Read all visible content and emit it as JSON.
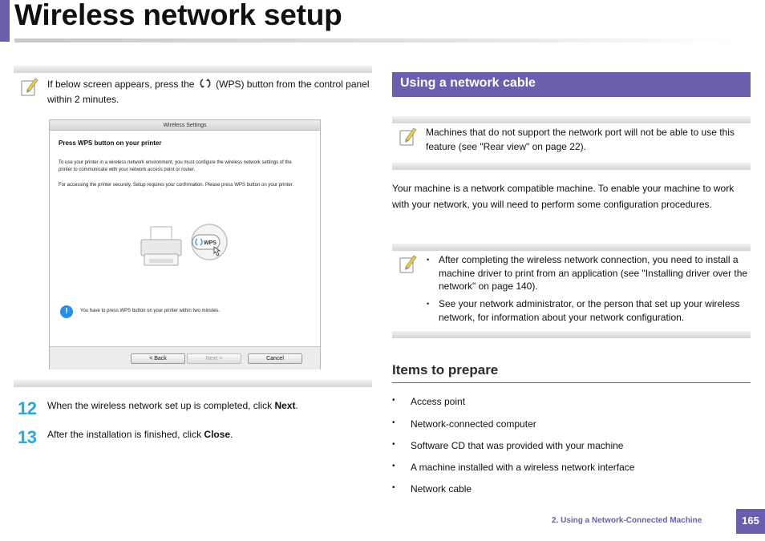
{
  "page": {
    "title": "Wireless network setup",
    "footer_chapter": "2.  Using a Network-Connected Machine",
    "page_number": "165"
  },
  "left": {
    "wps_note": {
      "text_before": "If below screen appears, press the",
      "text_after": "(WPS) button from the control panel",
      "text_line2": "within 2 minutes."
    },
    "dialog": {
      "title": "Wireless Settings",
      "heading": "Press WPS button on your printer",
      "para1": "To use your printer in a wireless network environment, you must configure the wireless network settings of the printer to communicate with your network access point or router.",
      "para2": "For accessing the printer securely, Setup requires your confirmation. Please press WPS button on your printer.",
      "wps_label": "WPS",
      "info_text": "You have to press WPS button on your printer within two minutes.",
      "back_button": "< Back",
      "next_button": "Next >",
      "cancel_button": "Cancel"
    },
    "steps": [
      {
        "num": "12",
        "text": "When the wireless network set up is completed, click ",
        "bold": "Next",
        "end": "."
      },
      {
        "num": "13",
        "text": "After the installation is finished, click ",
        "bold": "Close",
        "end": "."
      }
    ]
  },
  "right": {
    "section_title": "Using a network cable",
    "port_note": "Machines that do not support the network port will not be able to use this feature (see \"Rear view\" on page 22).",
    "body_paragraph": "Your machine is a network compatible machine. To enable your machine to work with your network, you will need to perform some configuration procedures.",
    "tips": [
      "After completing the wireless network connection, you need to install a machine driver to print from an application (see \"Installing driver over the network\" on page 140).",
      "See your network administrator, or the person that set up your wireless network, for information about your network configuration."
    ],
    "items_heading": "Items to prepare",
    "items": [
      "Access point",
      "Network-connected computer",
      "Software CD that was provided with your machine",
      "A machine installed with a wireless network interface",
      "Network cable"
    ]
  },
  "colors": {
    "accent_purple": "#6a5fac",
    "step_blue": "#29a8e0",
    "note_icon_yellow": "#f3d12c"
  }
}
